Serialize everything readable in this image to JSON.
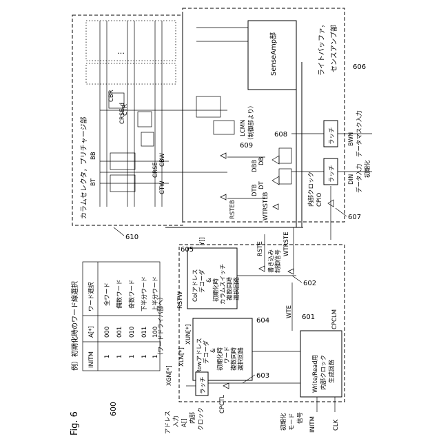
{
  "figure": {
    "label": "Fig. 6",
    "number": "600"
  },
  "table": {
    "title": "例）初期化時のワード線選択",
    "headers": [
      "INITM",
      "A[*]",
      "ワード選択"
    ],
    "rows": [
      [
        "1",
        "000",
        "全ワード"
      ],
      [
        "1",
        "001",
        "偶数ワード"
      ],
      [
        "1",
        "010",
        "奇数ワード"
      ],
      [
        "1",
        "011",
        "下半分ワード"
      ],
      [
        "1",
        "100",
        "上半分ワード"
      ]
    ]
  },
  "blocks": {
    "col_selector": "カラムセレクタ，プリチャージ部",
    "write_buffer_1": "ライトバッファ，",
    "write_buffer_2": "センスアンプ部",
    "senseamp": "SenseAmp部",
    "col_decoder_1": "Colアドレス",
    "col_decoder_2": "デコーダ",
    "col_decoder_3": "&",
    "col_decoder_4": "初期化時",
    "col_decoder_5": "カラムスイッチ",
    "col_decoder_6": "複数同時",
    "col_decoder_7": "選択回路",
    "row_decoder_1": "Rowアドレス",
    "row_decoder_2": "デコーダ",
    "row_decoder_3": "&",
    "row_decoder_4": "初期化時",
    "row_decoder_5": "ワード",
    "row_decoder_6": "複数同時",
    "row_decoder_7": "選択回路",
    "clock_gen_1": "Write/Read用",
    "clock_gen_2": "内部クロック",
    "clock_gen_3": "生成回路",
    "latch": "ラッチ"
  },
  "refs": {
    "r600": "600",
    "r601": "601",
    "r602": "602",
    "r603": "603",
    "r604": "604",
    "r605": "605",
    "r606": "606",
    "r607": "607",
    "r608": "608",
    "r609": "609",
    "r610": "610"
  },
  "signals": {
    "cbr": "CBR",
    "ctr": "CTR",
    "crse_d": "CRSE-d",
    "bb": "BB",
    "bt": "BT",
    "crse": "CRSE",
    "cbw": "CBW",
    "ctw": "CTW",
    "dbb": "DBB",
    "db": "DB",
    "dtb": "DTB",
    "dt": "DT",
    "rsteb": "RSTEB",
    "wtrsteb": "WTRSTEB",
    "lcmn": "LCMN",
    "lcmn_note": "（制御部より）",
    "bwn": "BWN",
    "bwn_desc": "データマスク入力",
    "din": "DIN",
    "din_desc": "データ入力",
    "init": "初期化",
    "cpio": "CPIO",
    "cpio_desc": "内部クロック",
    "y": "Y[]",
    "rste": "RSTE",
    "wtrste": "WTRSTE",
    "wr_ctrl_1": "書き込み",
    "wr_ctrl_2": "制御信号",
    "rstw": "RSTW",
    "wte": "WTE",
    "cpclm": "CPCLM",
    "xun": "XUN[*]",
    "xln": "XLN[*]",
    "xgn": "XGN[*]",
    "word_driver": "（ワードドライバ部へ）",
    "addr_1": "アドレス",
    "addr_2": "入力",
    "addr_3": "A[]",
    "iclk_1": "内部",
    "iclk_2": "クロック",
    "cpctl": "CPCTL",
    "initm_1": "初期化",
    "initm_2": "モード",
    "initm_3": "信号",
    "initm": "INITM",
    "clk": "CLK",
    "dots": "…"
  }
}
